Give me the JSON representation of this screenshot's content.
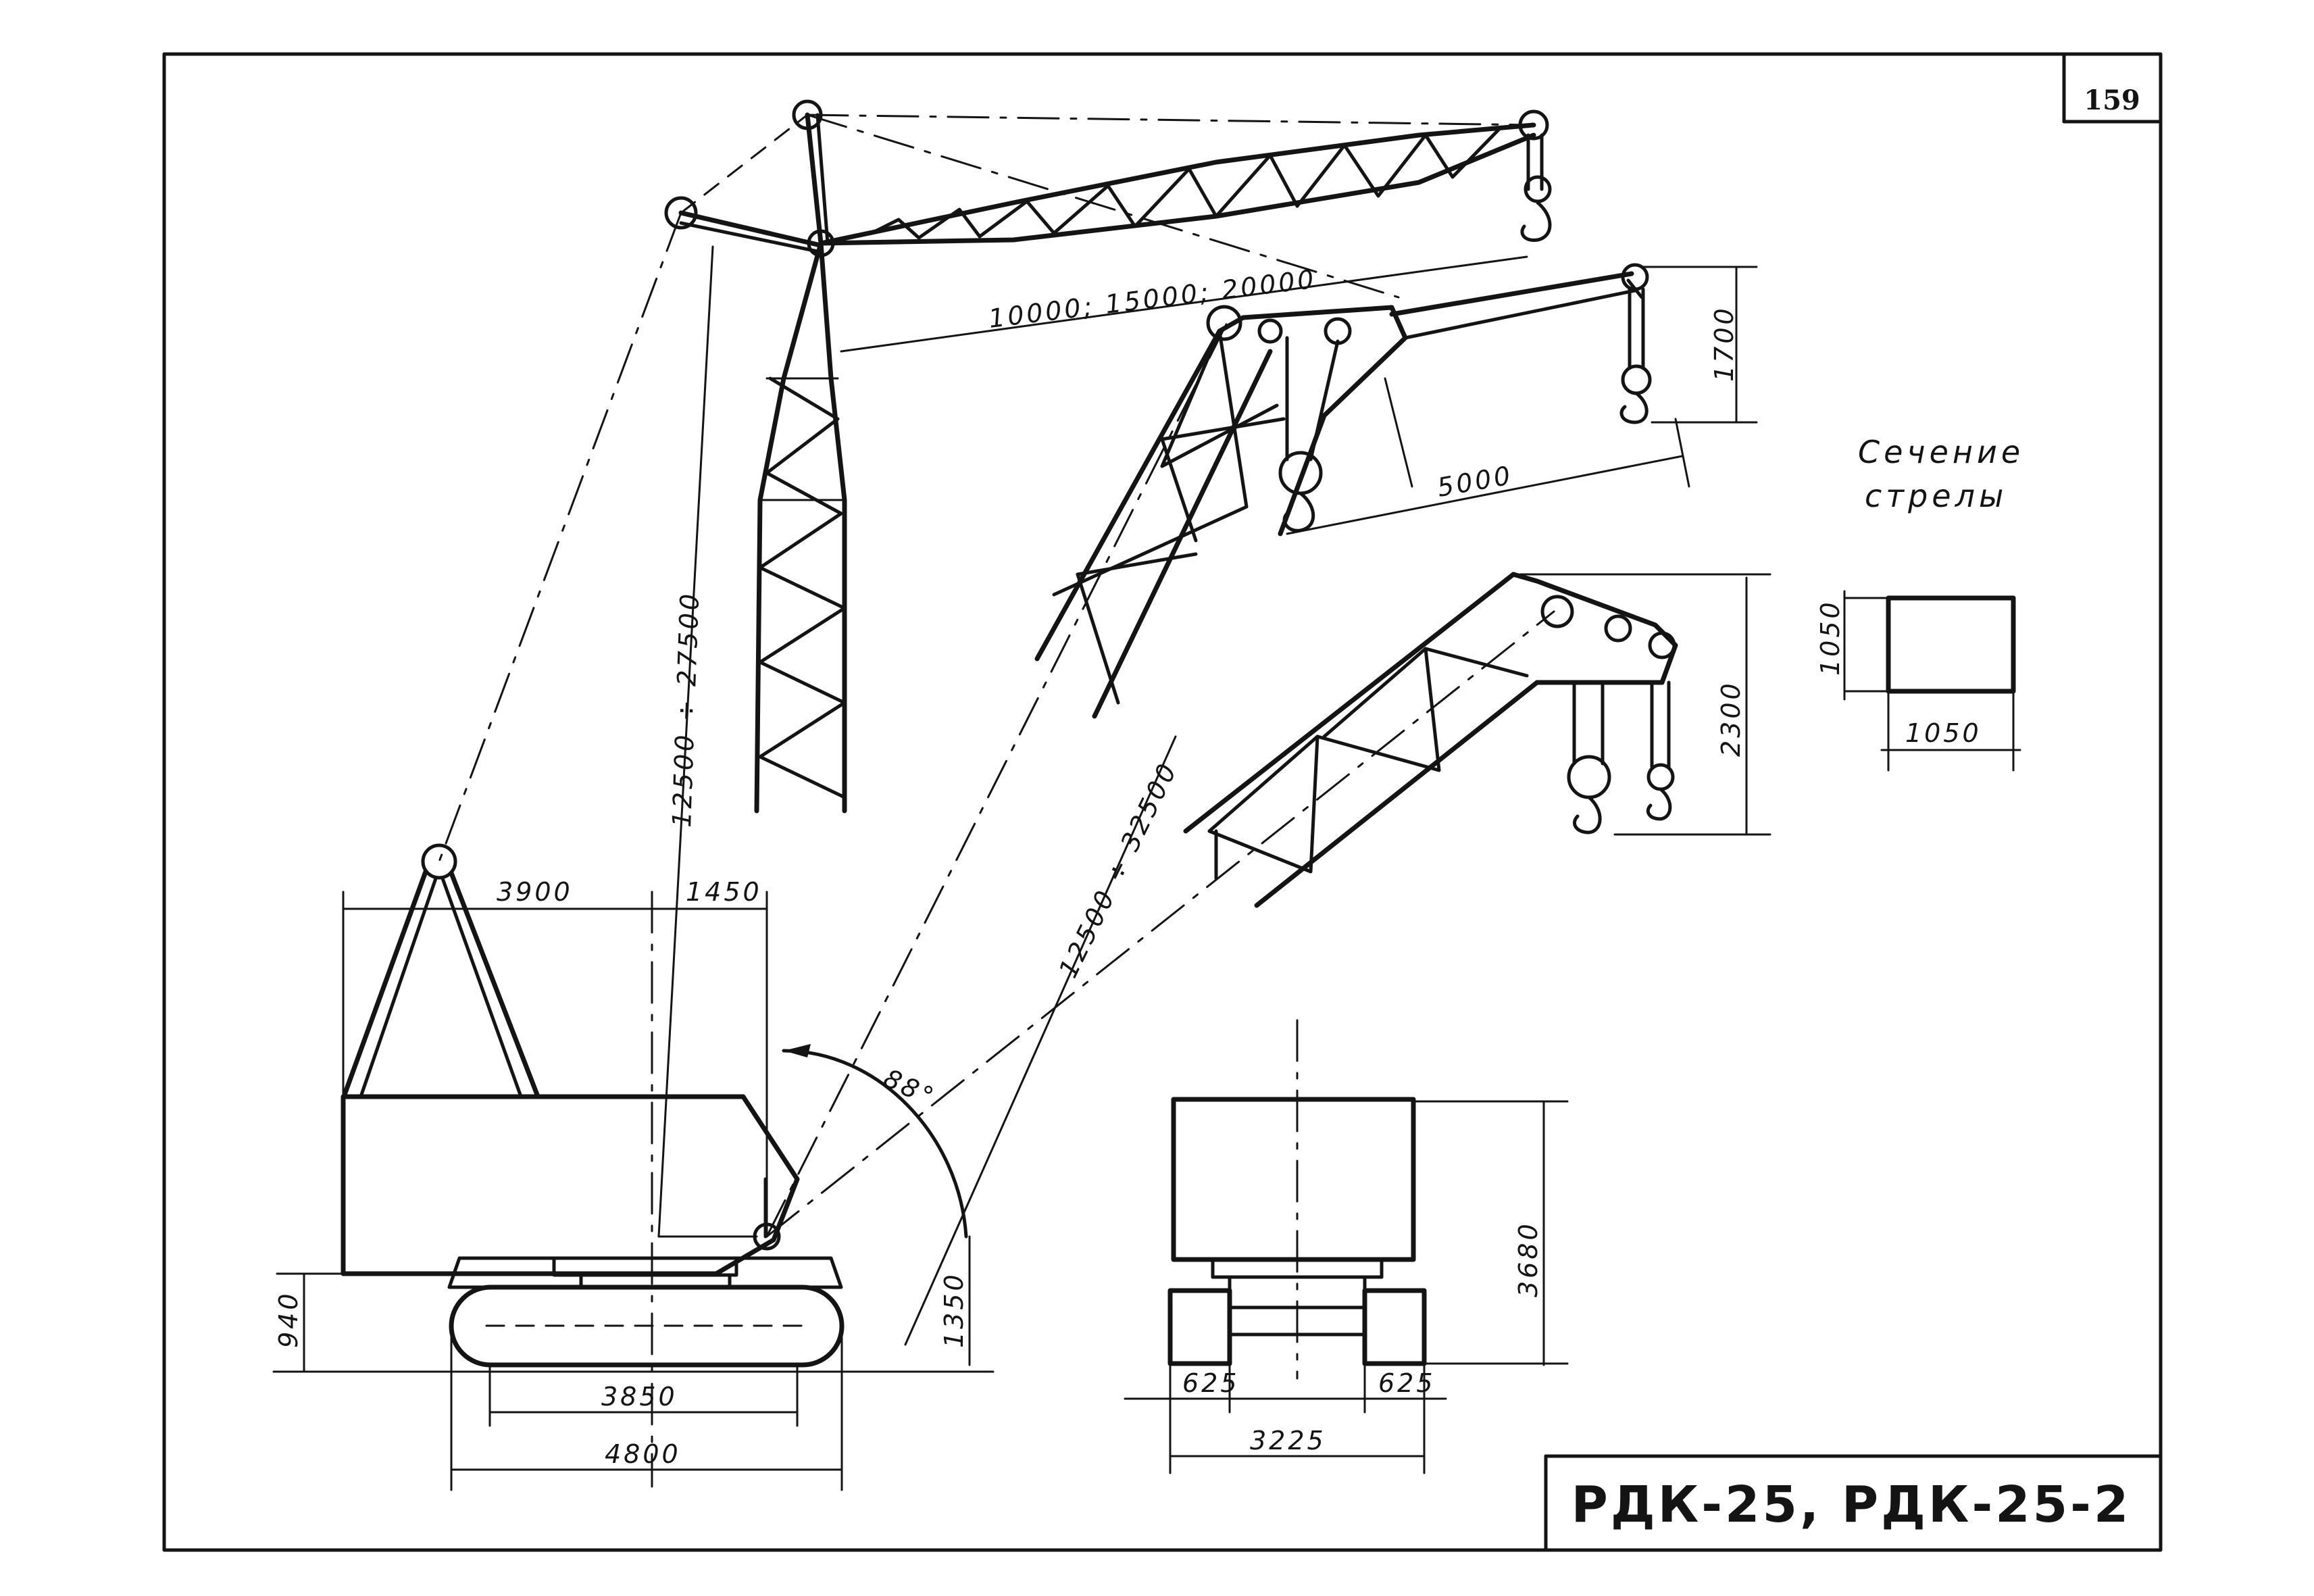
{
  "page_number": "159",
  "title": "РДК-25, РДК-25-2",
  "section_label": {
    "line1": "Сечение",
    "line2": "стрелы"
  },
  "dimensions": {
    "jib_lengths": "10000; 15000; 20000",
    "mast_height": "12500 ÷ 27500",
    "boom_length": "12500 ÷ 32500",
    "short_jib": "5000",
    "jib_head_height": "1700",
    "boom_head_height": "2300",
    "section_height": "1050",
    "section_width": "1050",
    "tail_width": "3900",
    "pivot_offset": "1450",
    "boom_angle": "88°",
    "pivot_height": "1350",
    "track_height": "940",
    "track_base": "3850",
    "track_length": "4800",
    "cab_height": "3680",
    "track_width_left": "625",
    "track_width_right": "625",
    "track_gauge": "3225"
  }
}
